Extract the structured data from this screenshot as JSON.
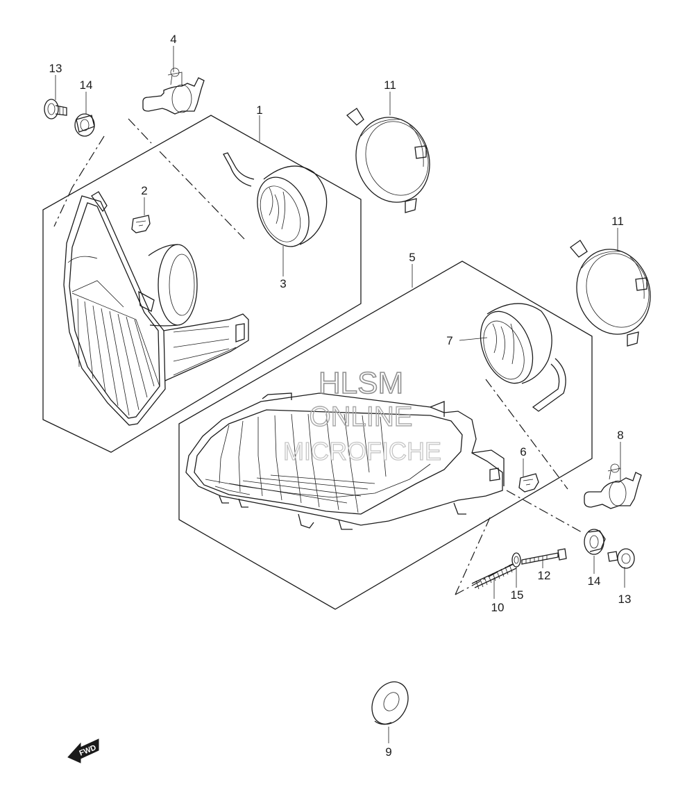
{
  "watermark": {
    "line1": "HLSM",
    "line2": "ONLINE",
    "line3": "MICROFICHE"
  },
  "fwd_label": "FWD",
  "callouts": {
    "c1": "1",
    "c2": "2",
    "c3": "3",
    "c4": "4",
    "c5": "5",
    "c6": "6",
    "c7": "7",
    "c8": "8",
    "c9": "9",
    "c10": "10",
    "c11a": "11",
    "c11b": "11",
    "c12": "12",
    "c13a": "13",
    "c13b": "13",
    "c14a": "14",
    "c14b": "14",
    "c15": "15"
  },
  "colors": {
    "line": "#1a1a1a",
    "background": "#ffffff",
    "watermark": "#9a9a9a"
  }
}
